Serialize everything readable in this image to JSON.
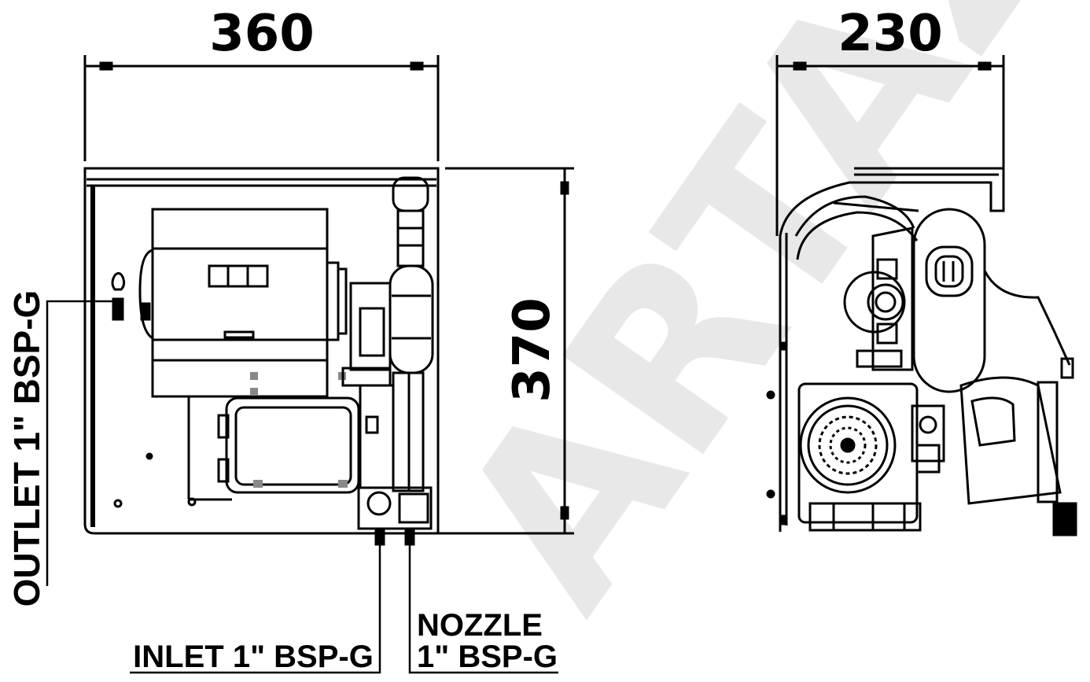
{
  "dimensions": {
    "front_width": "360",
    "front_height": "370",
    "side_width": "230"
  },
  "labels": {
    "outlet": "OUTLET 1\" BSP-G",
    "inlet": "INLET 1\" BSP-G",
    "nozzle_line1": "NOZZLE",
    "nozzle_line2": "1\" BSP-G"
  },
  "watermark": {
    "text": "ARTAZ."
  },
  "colors": {
    "line": "#000000",
    "background": "#ffffff",
    "watermark": "#e8e8e8"
  }
}
